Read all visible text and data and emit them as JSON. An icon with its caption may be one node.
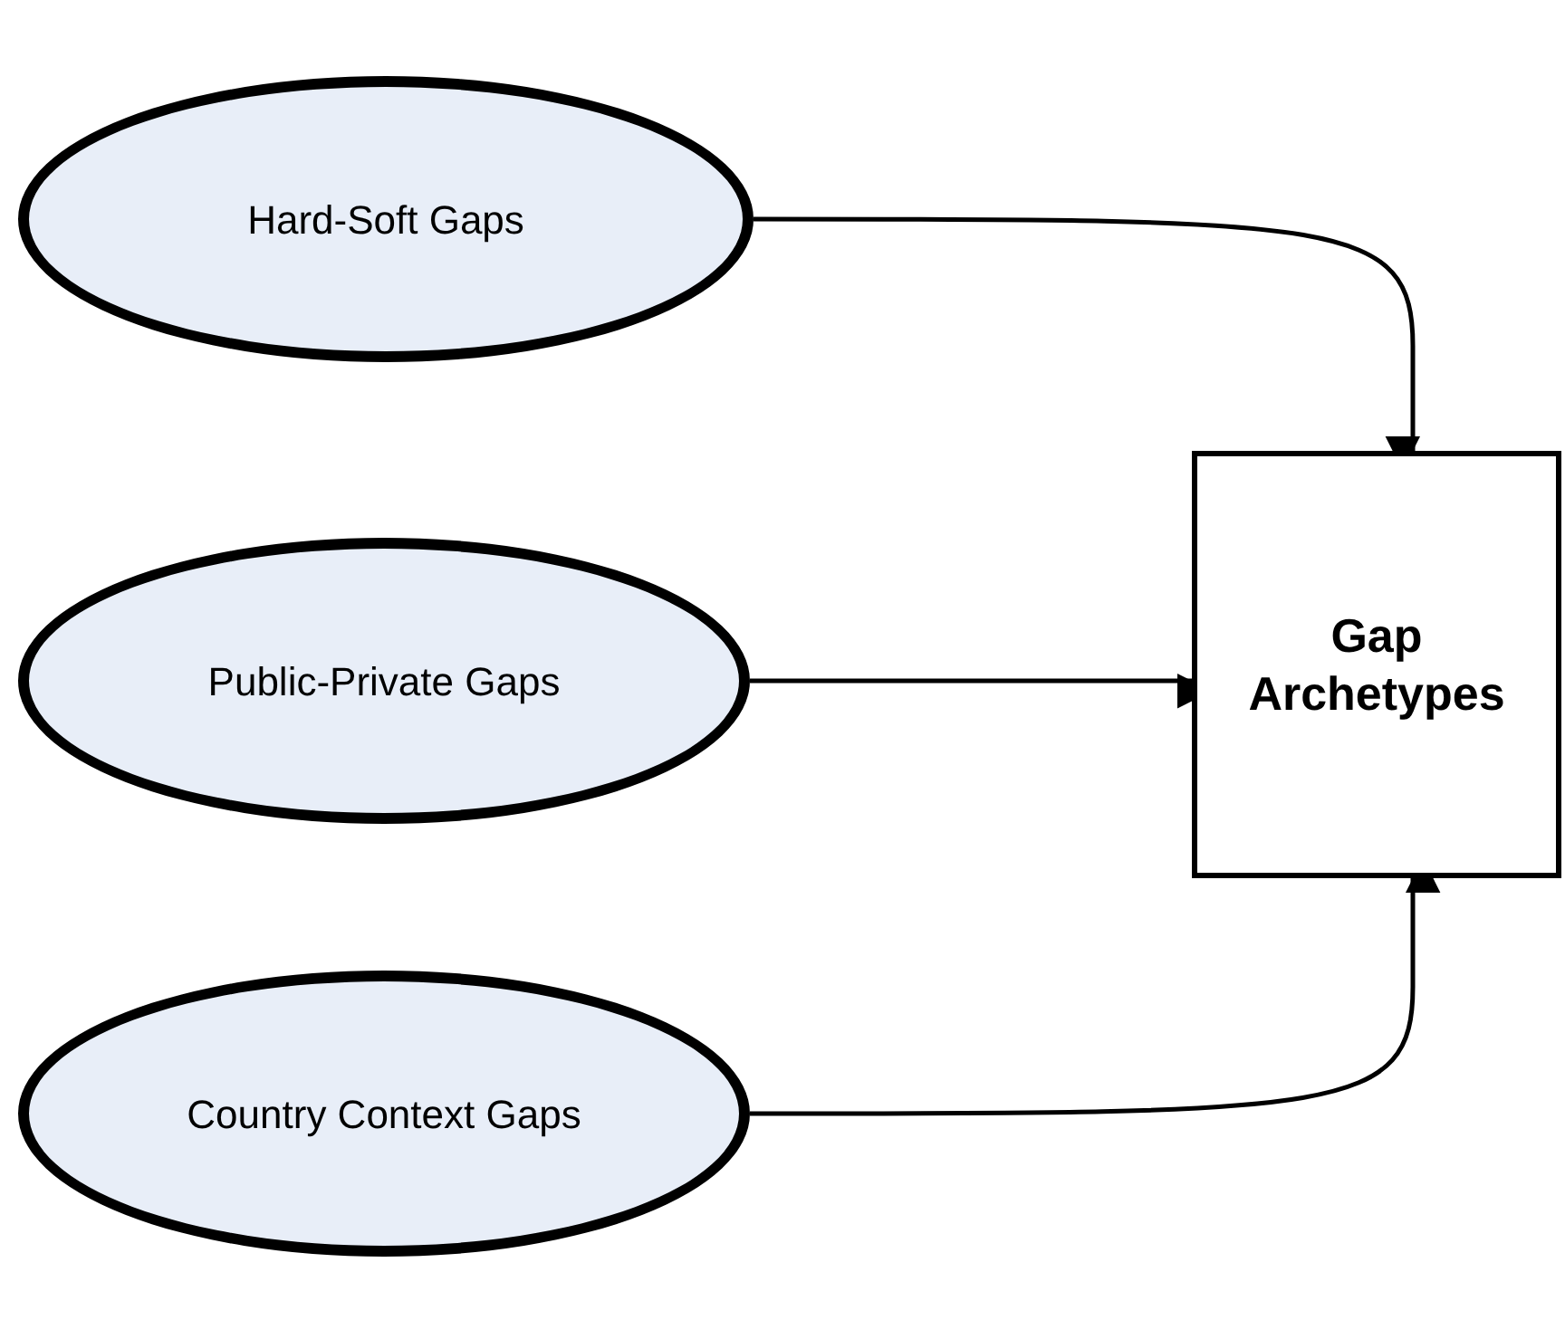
{
  "diagram": {
    "nodes": [
      {
        "text": [
          "Hard-Soft Gaps"
        ]
      },
      {
        "text": [
          "Public-Private Gaps"
        ]
      },
      {
        "text": [
          "Country Context Gaps"
        ]
      },
      {
        "text": [
          "Gap Archetypes"
        ]
      }
    ],
    "edges": [
      {
        "from": 0,
        "to": 3,
        "arrow": "to"
      },
      {
        "from": 1,
        "to": 3,
        "arrow": "to"
      },
      {
        "from": 2,
        "to": 3,
        "arrow": "to"
      }
    ]
  }
}
